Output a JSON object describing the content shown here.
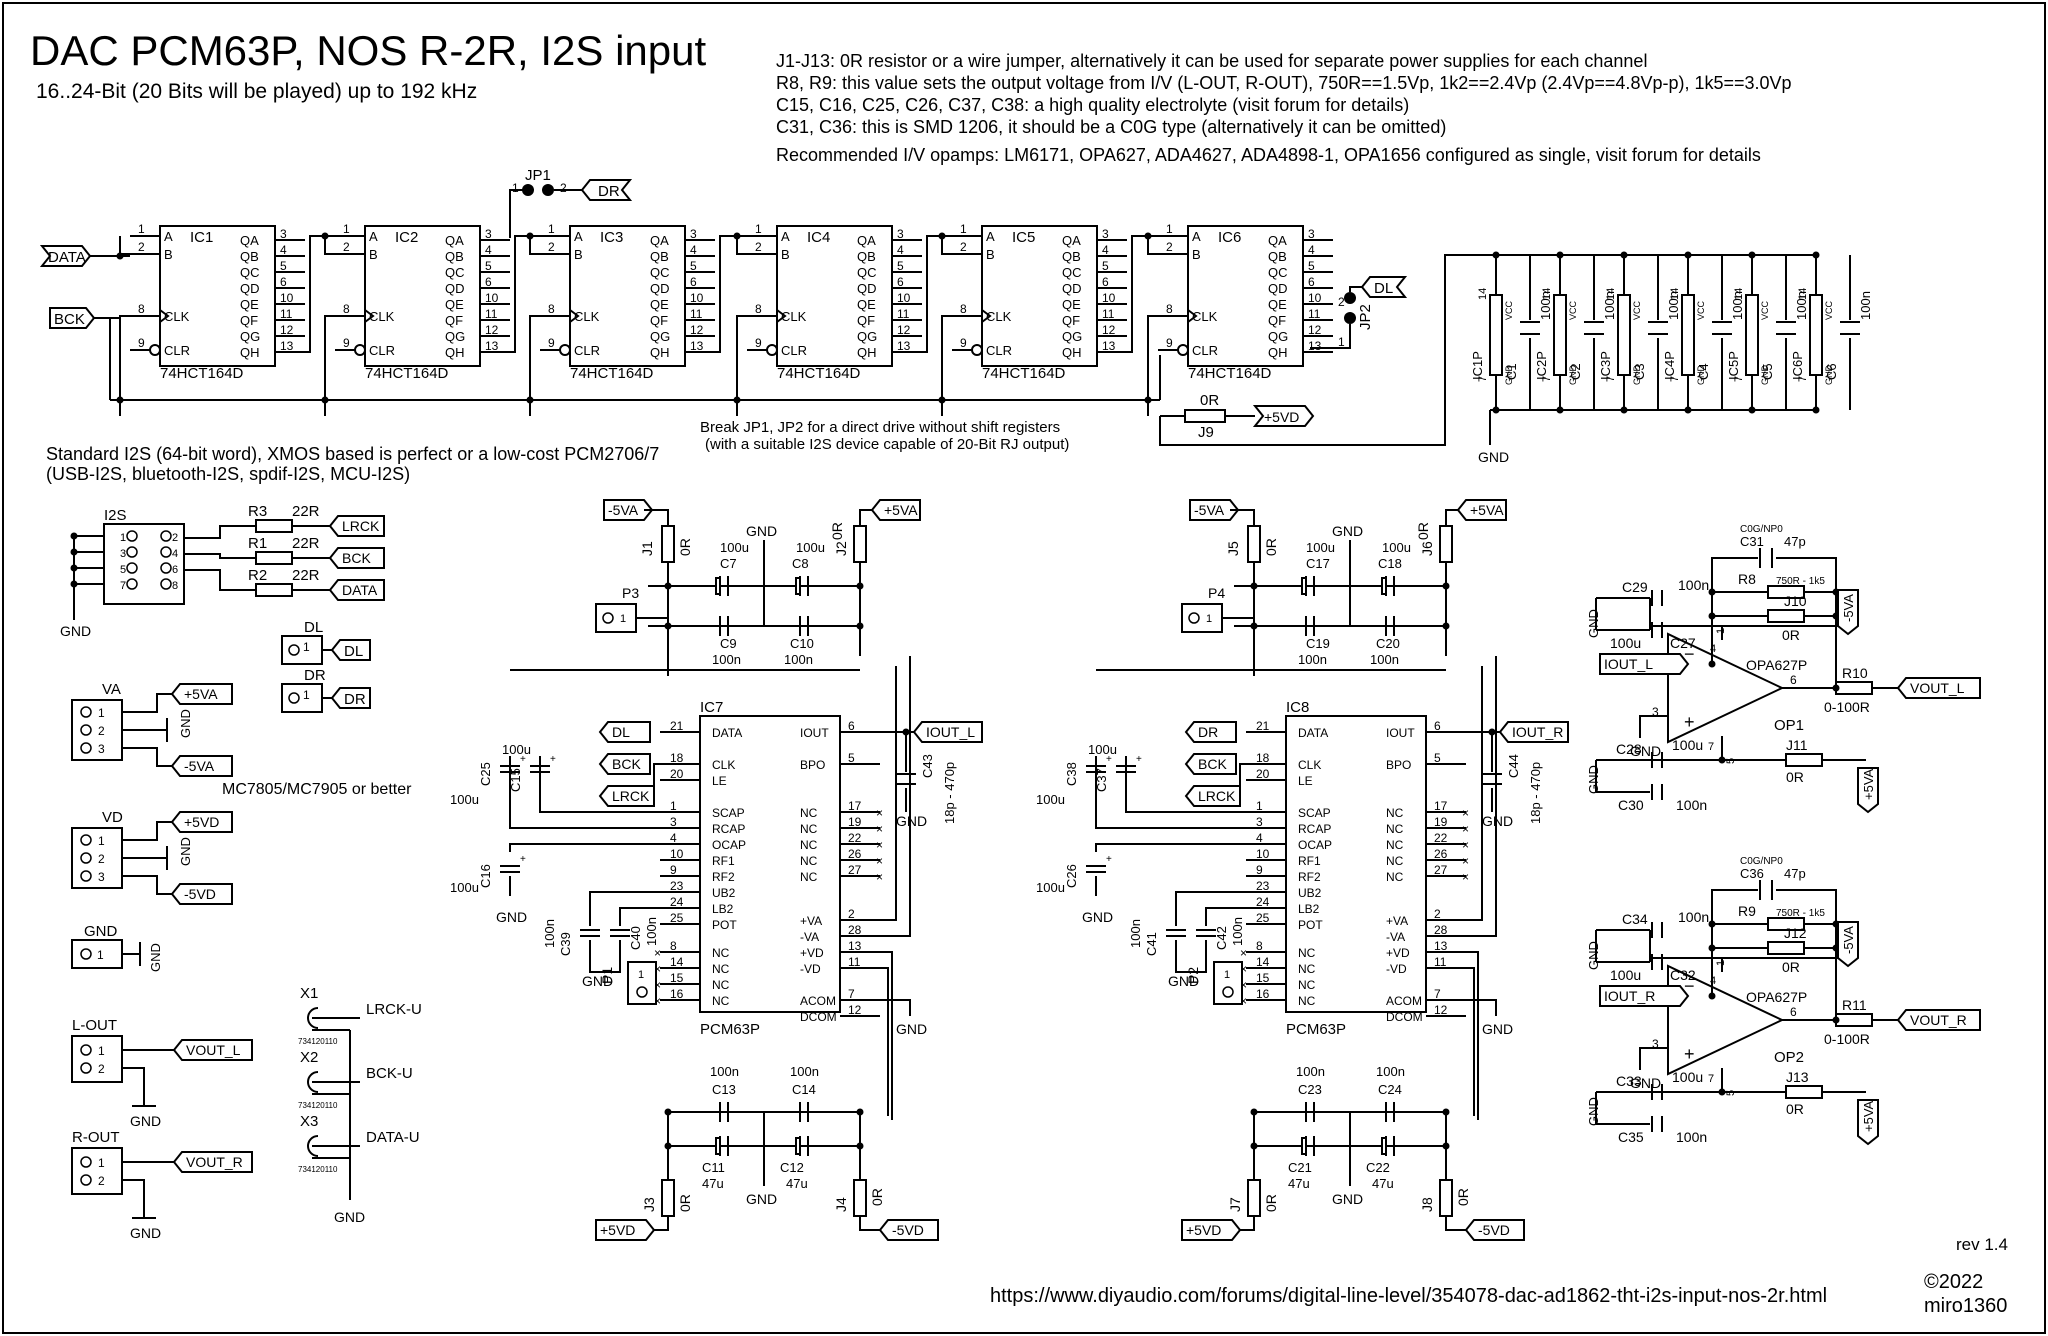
{
  "header": {
    "title": "DAC PCM63P, NOS R-2R, I2S input",
    "subtitle": "16..24-Bit (20 Bits will be played) up to 192 kHz"
  },
  "notes": [
    "J1-J13: 0R resistor or a wire jumper, alternatively it can be used for separate power supplies for each channel",
    "R8, R9: this value sets the output voltage from I/V (L-OUT, R-OUT), 750R==1.5Vp, 1k2==2.4Vp (2.4Vp==4.8Vp-p), 1k5==3.0Vp",
    "C15, C16, C25, C26, C37, C38: a high quality electrolyte (visit forum for details)",
    "C31, C36: this is SMD 1206, it should be a C0G type (alternatively it can be omitted)",
    "Recommended I/V opamps: LM6171, OPA627, ADA4627, ADA4898-1, OPA1656 configured as single, visit forum for details"
  ],
  "shift_register": {
    "chips": [
      "IC1",
      "IC2",
      "IC3",
      "IC4",
      "IC5",
      "IC6"
    ],
    "part": "74HCT164D",
    "left_pins": [
      "A",
      "B",
      "CLK",
      "CLR"
    ],
    "left_pin_nums": [
      "1",
      "2",
      "8",
      "9"
    ],
    "right_pins": [
      "QA",
      "QB",
      "QC",
      "QD",
      "QE",
      "QF",
      "QG",
      "QH"
    ],
    "right_pin_nums": [
      "3",
      "4",
      "5",
      "6",
      "10",
      "11",
      "12",
      "13"
    ],
    "inputs": {
      "data": "DATA",
      "bck": "BCK"
    },
    "jp1": "JP1",
    "jp2": "JP2",
    "dr": "DR",
    "dl": "DL",
    "jp_pin1": "1",
    "jp_pin2": "2",
    "j9": "J9",
    "j9_val": "0R",
    "vd": "+5VD",
    "note1": "Break JP1, JP2 for a direct drive without shift registers",
    "note2": "(with a suitable I2S device capable of 20-Bit RJ output)"
  },
  "decoupling": {
    "ics": [
      "IC1P",
      "IC2P",
      "IC3P",
      "IC4P",
      "IC5P",
      "IC6P"
    ],
    "caps": [
      "C1",
      "C2",
      "C3",
      "C4",
      "C5",
      "C6"
    ],
    "cap_val": "100n",
    "vcc": "VCC",
    "gnd_pin": "GND",
    "pin14": "14",
    "pin7": "7",
    "gnd": "GND"
  },
  "i2s_section": {
    "note1": "Standard I2S (64-bit word), XMOS based is perfect or a low-cost PCM2706/7",
    "note2": "(USB-I2S, bluetooth-I2S, spdif-I2S, MCU-I2S)",
    "connector": "I2S",
    "pins_left": [
      "1",
      "3",
      "5",
      "7"
    ],
    "pins_right": [
      "2",
      "4",
      "6",
      "8"
    ],
    "resistors": [
      {
        "name": "R3",
        "value": "22R",
        "net": "LRCK"
      },
      {
        "name": "R1",
        "value": "22R",
        "net": "BCK"
      },
      {
        "name": "R2",
        "value": "22R",
        "net": "DATA"
      }
    ],
    "gnd": "GND",
    "dl_label": "DL",
    "dr_label": "DR",
    "pin1": "1"
  },
  "power_connectors": {
    "va": {
      "label": "VA",
      "pins": [
        "1",
        "2",
        "3"
      ],
      "nets": [
        "+5VA",
        "GND",
        "-5VA"
      ]
    },
    "vd": {
      "label": "VD",
      "pins": [
        "1",
        "2",
        "3"
      ],
      "nets": [
        "+5VD",
        "GND",
        "-5VD"
      ]
    },
    "gnd": {
      "label": "GND",
      "pin": "1",
      "net": "GND"
    },
    "regulator_note": "MC7805/MC7905 or better"
  },
  "outputs": {
    "lout": {
      "label": "L-OUT",
      "pins": [
        "1",
        "2"
      ],
      "net": "VOUT_L",
      "gnd": "GND"
    },
    "rout": {
      "label": "R-OUT",
      "pins": [
        "1",
        "2"
      ],
      "net": "VOUT_R",
      "gnd": "GND"
    }
  },
  "ufl": {
    "items": [
      {
        "name": "X1",
        "part": "734120110",
        "net": "LRCK-U"
      },
      {
        "name": "X2",
        "part": "734120110",
        "net": "BCK-U"
      },
      {
        "name": "X3",
        "part": "734120110",
        "net": "DATA-U"
      }
    ],
    "gnd": "GND"
  },
  "dac_left": {
    "ic": "IC7",
    "part": "PCM63P",
    "left_pins": [
      {
        "num": "21",
        "name": "DATA"
      },
      {
        "num": "18",
        "name": "CLK"
      },
      {
        "num": "20",
        "name": "LE"
      },
      {
        "num": "1",
        "name": "SCAP"
      },
      {
        "num": "3",
        "name": "RCAP"
      },
      {
        "num": "4",
        "name": "OCAP"
      },
      {
        "num": "10",
        "name": "RF1"
      },
      {
        "num": "9",
        "name": "RF2"
      },
      {
        "num": "23",
        "name": "UB2"
      },
      {
        "num": "24",
        "name": "LB2"
      },
      {
        "num": "25",
        "name": "POT"
      },
      {
        "num": "8",
        "name": "NC"
      },
      {
        "num": "14",
        "name": "NC"
      },
      {
        "num": "15",
        "name": "NC"
      },
      {
        "num": "16",
        "name": "NC"
      }
    ],
    "right_pins": [
      {
        "num": "6",
        "name": "IOUT"
      },
      {
        "num": "5",
        "name": "BPO"
      },
      {
        "num": "17",
        "name": "NC"
      },
      {
        "num": "19",
        "name": "NC"
      },
      {
        "num": "22",
        "name": "NC"
      },
      {
        "num": "26",
        "name": "NC"
      },
      {
        "num": "27",
        "name": "NC"
      },
      {
        "num": "2",
        "name": "+VA"
      },
      {
        "num": "28",
        "name": "-VA"
      },
      {
        "num": "13",
        "name": "+VD"
      },
      {
        "num": "11",
        "name": "-VD"
      },
      {
        "num": "7",
        "name": "ACOM"
      },
      {
        "num": "12",
        "name": "DCOM"
      }
    ],
    "nets": {
      "data": "DL",
      "bck": "BCK",
      "lrck": "LRCK",
      "iout": "IOUT_L",
      "va_neg": "-5VA",
      "va_pos": "+5VA",
      "vd_pos": "+5VD",
      "vd_neg": "-5VD",
      "gnd": "GND"
    },
    "j_top_left": {
      "name": "J1",
      "value": "0R"
    },
    "j_top_right": {
      "name": "J2",
      "value": "0R"
    },
    "j_bot_left": {
      "name": "J3",
      "value": "0R"
    },
    "j_bot_right": {
      "name": "J4",
      "value": "0R"
    },
    "probe_top": {
      "name": "P3",
      "pin": "1"
    },
    "probe_bot": {
      "name": "P1",
      "pin": "1"
    },
    "caps_top": [
      {
        "name": "C7",
        "value": "100u"
      },
      {
        "name": "C8",
        "value": "100u"
      },
      {
        "name": "C9",
        "value": "100n"
      },
      {
        "name": "C10",
        "value": "100n"
      }
    ],
    "caps_bot": [
      {
        "name": "C13",
        "value": "100n"
      },
      {
        "name": "C14",
        "value": "100n"
      },
      {
        "name": "C11",
        "value": "47u"
      },
      {
        "name": "C12",
        "value": "47u"
      }
    ],
    "c_scap": {
      "name": "C15",
      "value": "100u"
    },
    "c_rcap": {
      "name": "C25",
      "value": "100u"
    },
    "c_ocap": {
      "name": "C16",
      "value": "100u"
    },
    "c_pot1": {
      "name": "C39",
      "value": "100n"
    },
    "c_pot2": {
      "name": "C40",
      "value": "100n"
    },
    "c_iout": {
      "name": "C43",
      "value": "18p - 470p"
    }
  },
  "dac_right": {
    "ic": "IC8",
    "part": "PCM63P",
    "nets": {
      "data": "DR",
      "bck": "BCK",
      "lrck": "LRCK",
      "iout": "IOUT_R",
      "va_neg": "-5VA",
      "va_pos": "+5VA",
      "vd_pos": "+5VD",
      "vd_neg": "-5VD",
      "gnd": "GND"
    },
    "j_top_left": {
      "name": "J5",
      "value": "0R"
    },
    "j_top_right": {
      "name": "J6",
      "value": "0R"
    },
    "j_bot_left": {
      "name": "J7",
      "value": "0R"
    },
    "j_bot_right": {
      "name": "J8",
      "value": "0R"
    },
    "probe_top": {
      "name": "P4",
      "pin": "1"
    },
    "probe_bot": {
      "name": "P2",
      "pin": "1"
    },
    "caps_top": [
      {
        "name": "C17",
        "value": "100u"
      },
      {
        "name": "C18",
        "value": "100u"
      },
      {
        "name": "C19",
        "value": "100n"
      },
      {
        "name": "C20",
        "value": "100n"
      }
    ],
    "caps_bot": [
      {
        "name": "C23",
        "value": "100n"
      },
      {
        "name": "C24",
        "value": "100n"
      },
      {
        "name": "C21",
        "value": "47u"
      },
      {
        "name": "C22",
        "value": "47u"
      }
    ],
    "c_scap": {
      "name": "C37",
      "value": "100u"
    },
    "c_rcap": {
      "name": "C38",
      "value": "100u"
    },
    "c_ocap": {
      "name": "C26",
      "value": "100u"
    },
    "c_pot1": {
      "name": "C41",
      "value": "100n"
    },
    "c_pot2": {
      "name": "C42",
      "value": "100n"
    },
    "c_iout": {
      "name": "C44",
      "value": "18p - 470p"
    }
  },
  "opamp_left": {
    "name": "OP1",
    "part": "OPA627P",
    "c_film": {
      "name": "C31",
      "type": "C0G/NP0",
      "value": "47p"
    },
    "r_fb": {
      "name": "R8",
      "value": "750R - 1k5"
    },
    "j_fb": {
      "name": "J10",
      "value": "0R"
    },
    "j_bot": {
      "name": "J11",
      "value": "0R"
    },
    "c29": {
      "name": "C29",
      "value": "100n"
    },
    "c27": {
      "name": "C27",
      "value": "100u"
    },
    "c28": {
      "name": "C28",
      "value": "100u"
    },
    "c30": {
      "name": "C30",
      "value": "100n"
    },
    "r_out": {
      "name": "R10",
      "value": "0-100R"
    },
    "in_net": "IOUT_L",
    "out_net": "VOUT_L",
    "neg": "-5VA",
    "pos": "+5VA",
    "gnd": "GND",
    "pins": [
      "2",
      "3",
      "4",
      "6",
      "7",
      "1",
      "5"
    ]
  },
  "opamp_right": {
    "name": "OP2",
    "part": "OPA627P",
    "c_film": {
      "name": "C36",
      "type": "C0G/NP0",
      "value": "47p"
    },
    "r_fb": {
      "name": "R9",
      "value": "750R - 1k5"
    },
    "j_fb": {
      "name": "J12",
      "value": "0R"
    },
    "j_bot": {
      "name": "J13",
      "value": "0R"
    },
    "c29": {
      "name": "C34",
      "value": "100n"
    },
    "c27": {
      "name": "C32",
      "value": "100u"
    },
    "c28": {
      "name": "C33",
      "value": "100u"
    },
    "c30": {
      "name": "C35",
      "value": "100n"
    },
    "r_out": {
      "name": "R11",
      "value": "0-100R"
    },
    "in_net": "IOUT_R",
    "out_net": "VOUT_R",
    "neg": "-5VA",
    "pos": "+5VA",
    "gnd": "GND",
    "pins": [
      "2",
      "3",
      "4",
      "6",
      "7",
      "1",
      "5"
    ]
  },
  "footer": {
    "rev": "rev 1.4",
    "url": "https://www.diyaudio.com/forums/digital-line-level/354078-dac-ad1862-tht-i2s-input-nos-2r.html",
    "copyright": "©2022",
    "author": "miro1360"
  }
}
